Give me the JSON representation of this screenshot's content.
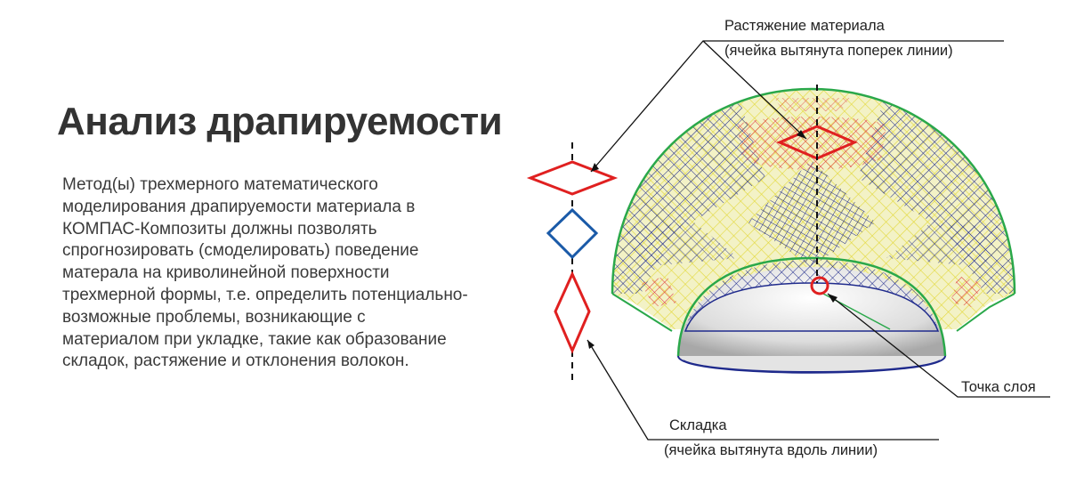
{
  "title": "Анализ драпируемости",
  "description": [
    "Метод(ы) трехмерного математического",
    "моделирования  драпируемости материала в",
    "КОМПАС-Композиты должны позволять",
    "спрогнозировать (смоделировать) поведение",
    "матерала на криволинейной поверхности",
    "трехмерной формы, т.е. определить потенциально-",
    "возможные проблемы, возникающие с",
    "материалом при укладке, такие как образование",
    "складок, растяжение и отклонения волокон."
  ],
  "labels": {
    "stretch_title": "Растяжение материала",
    "stretch_note": "(ячейка вытянута поперек линии)",
    "fold_title": "Складка",
    "fold_note": "(ячейка вытянута вдоль линии)",
    "layer_point": "Точка слоя"
  },
  "colors": {
    "stretch": "#e02020",
    "normal": "#1a5aa8",
    "fold": "#e02020",
    "mesh_blue": "#1f2a8c",
    "mesh_yellow": "#e8e04a",
    "mesh_green": "#2aa84a",
    "surface_yellow": "#f3f2c6"
  },
  "icons": [
    "stretched-cell-diamond-icon",
    "normal-cell-diamond-icon",
    "folded-cell-diamond-icon"
  ]
}
